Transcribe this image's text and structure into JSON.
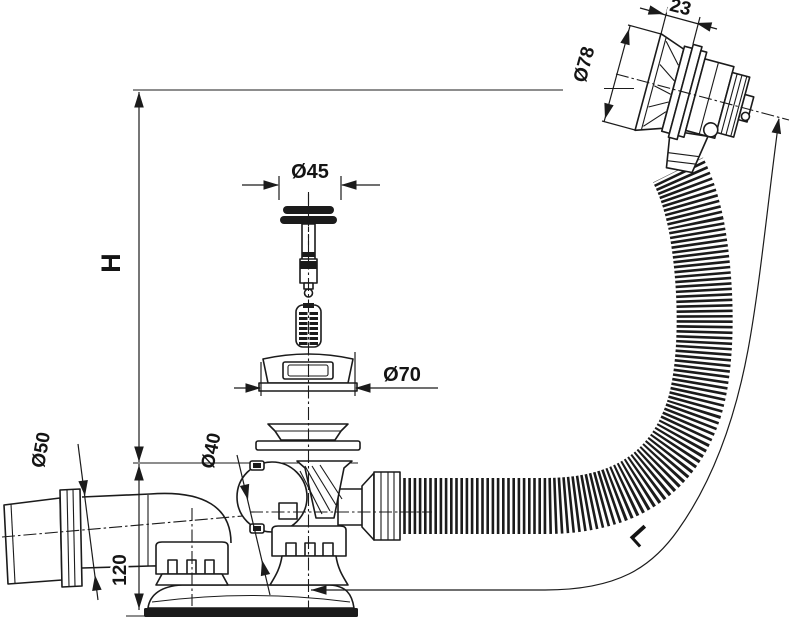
{
  "drawing": {
    "type": "technical-drawing",
    "subject": "Bath waste and overflow set with corrugated hose",
    "ink_color": "#1b1b1b",
    "background_color": "#ffffff"
  },
  "dims": {
    "overflow_cap_depth": "23",
    "overflow_cap_diameter": "Ø78",
    "plug_diameter": "Ø45",
    "waste_flange_diameter": "Ø70",
    "outlet_sleeve_diameter": "Ø50",
    "outlet_pipe_diameter": "Ø40",
    "waste_height": "120",
    "overall_height_label": "H",
    "hose_length_label": "L"
  }
}
